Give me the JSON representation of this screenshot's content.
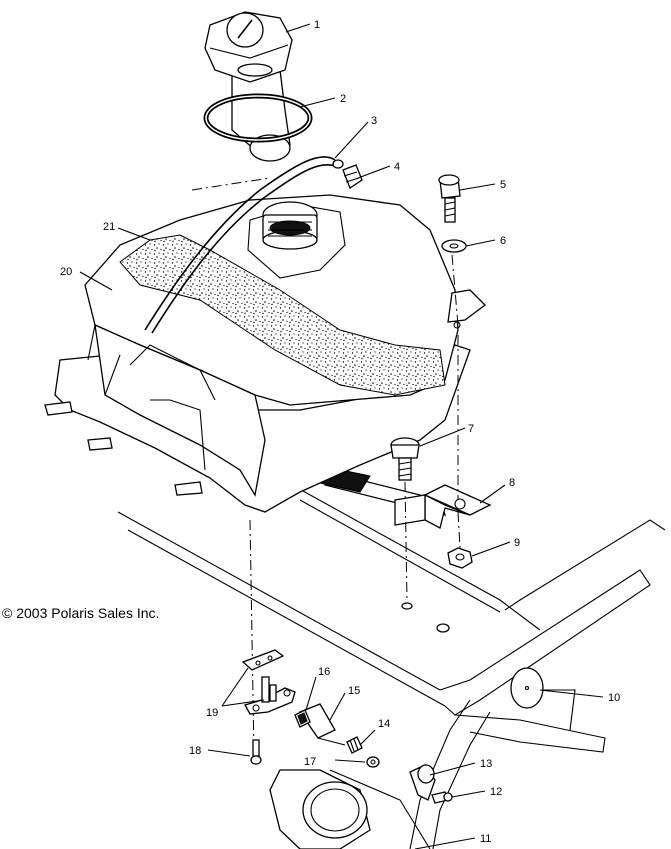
{
  "diagram": {
    "copyright": "© 2003 Polaris Sales Inc.",
    "callouts": [
      {
        "id": "1",
        "label": "1"
      },
      {
        "id": "2",
        "label": "2"
      },
      {
        "id": "3",
        "label": "3"
      },
      {
        "id": "4",
        "label": "4"
      },
      {
        "id": "5",
        "label": "5"
      },
      {
        "id": "6",
        "label": "6"
      },
      {
        "id": "7",
        "label": "7"
      },
      {
        "id": "8",
        "label": "8"
      },
      {
        "id": "9",
        "label": "9"
      },
      {
        "id": "10",
        "label": "10"
      },
      {
        "id": "11",
        "label": "11"
      },
      {
        "id": "12",
        "label": "12"
      },
      {
        "id": "13",
        "label": "13"
      },
      {
        "id": "14",
        "label": "14"
      },
      {
        "id": "15",
        "label": "15"
      },
      {
        "id": "16",
        "label": "16"
      },
      {
        "id": "17",
        "label": "17"
      },
      {
        "id": "18",
        "label": "18"
      },
      {
        "id": "19",
        "label": "19"
      },
      {
        "id": "20",
        "label": "20"
      },
      {
        "id": "21",
        "label": "21"
      }
    ]
  }
}
